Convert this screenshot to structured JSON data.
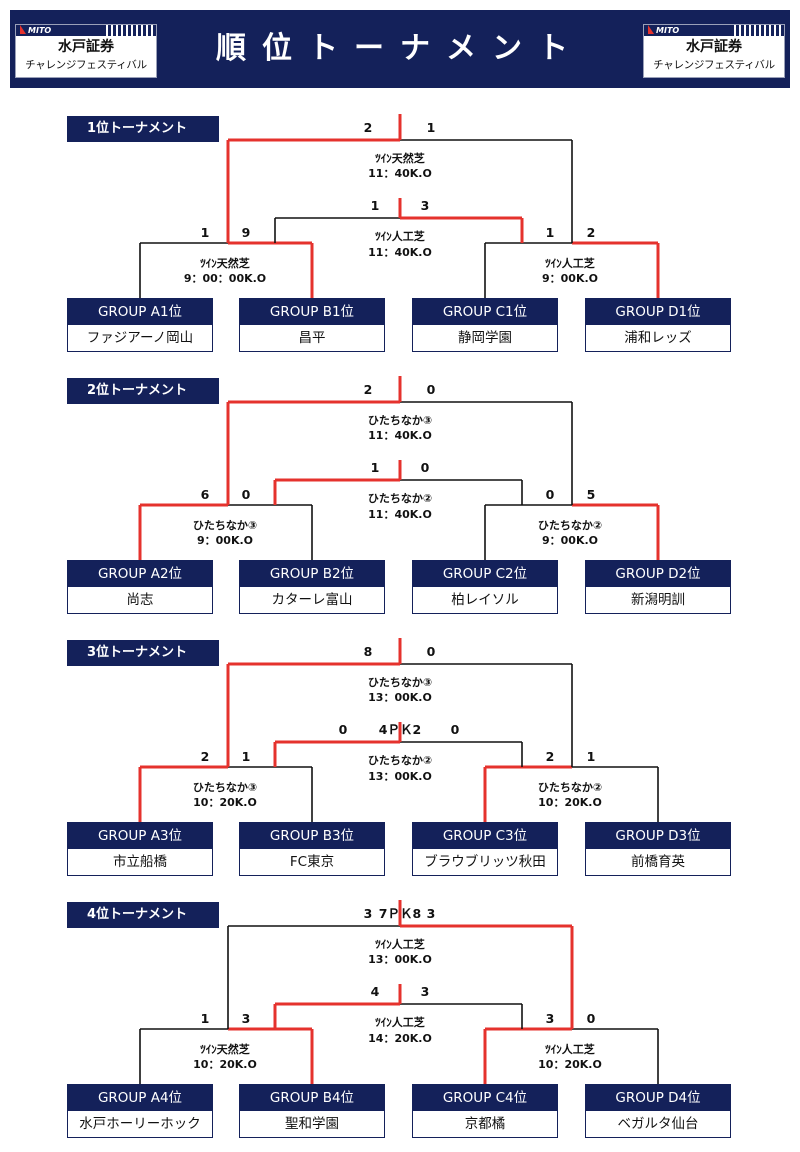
{
  "header": {
    "title": "順位トーナメント",
    "logo_brand": "MITO",
    "logo_name": "水戸証券",
    "logo_sub": "チャレンジフェスティバル"
  },
  "sections": [
    {
      "label": "1位トーナメント",
      "final": {
        "venue": "ﾂｲﾝ天然芝",
        "time": "11：40K.O",
        "score_left": "2",
        "score_right": "1",
        "winner": "left"
      },
      "semi_center": {
        "venue": "ﾂｲﾝ人工芝",
        "time": "11：40K.O",
        "score_left": "1",
        "score_right": "3",
        "winner": "right",
        "pk": ""
      },
      "semi_left": {
        "venue": "ﾂｲﾝ天然芝",
        "time": "9：00：00K.O",
        "score_left": "1",
        "score_right": "9",
        "winner": "right"
      },
      "semi_right": {
        "venue": "ﾂｲﾝ人工芝",
        "time": "9：00K.O",
        "score_left": "1",
        "score_right": "2",
        "winner": "right"
      },
      "teams": [
        {
          "group": "GROUP A1位",
          "name": "ファジアーノ岡山"
        },
        {
          "group": "GROUP B1位",
          "name": "昌平"
        },
        {
          "group": "GROUP C1位",
          "name": "静岡学園"
        },
        {
          "group": "GROUP D1位",
          "name": "浦和レッズ"
        }
      ]
    },
    {
      "label": "2位トーナメント",
      "final": {
        "venue": "ひたちなか③",
        "time": "11：40K.O",
        "score_left": "2",
        "score_right": "0",
        "winner": "left"
      },
      "semi_center": {
        "venue": "ひたちなか②",
        "time": "11：40K.O",
        "score_left": "1",
        "score_right": "0",
        "winner": "left",
        "pk": ""
      },
      "semi_left": {
        "venue": "ひたちなか③",
        "time": "9：00K.O",
        "score_left": "6",
        "score_right": "0",
        "winner": "left"
      },
      "semi_right": {
        "venue": "ひたちなか②",
        "time": "9：00K.O",
        "score_left": "0",
        "score_right": "5",
        "winner": "right"
      },
      "teams": [
        {
          "group": "GROUP A2位",
          "name": "尚志"
        },
        {
          "group": "GROUP B2位",
          "name": "カターレ富山"
        },
        {
          "group": "GROUP C2位",
          "name": "柏レイソル"
        },
        {
          "group": "GROUP D2位",
          "name": "新潟明訓"
        }
      ]
    },
    {
      "label": "3位トーナメント",
      "final": {
        "venue": "ひたちなか③",
        "time": "13：00K.O",
        "score_left": "8",
        "score_right": "0",
        "winner": "left"
      },
      "semi_center": {
        "venue": "ひたちなか②",
        "time": "13：00K.O",
        "score_left": "0",
        "score_right": "0",
        "winner": "left",
        "pk": "4ＰＫ2"
      },
      "semi_left": {
        "venue": "ひたちなか③",
        "time": "10：20K.O",
        "score_left": "2",
        "score_right": "1",
        "winner": "left"
      },
      "semi_right": {
        "venue": "ひたちなか②",
        "time": "10：20K.O",
        "score_left": "2",
        "score_right": "1",
        "winner": "left"
      },
      "teams": [
        {
          "group": "GROUP A3位",
          "name": "市立船橋"
        },
        {
          "group": "GROUP B3位",
          "name": "FC東京"
        },
        {
          "group": "GROUP C3位",
          "name": "ブラウブリッツ秋田"
        },
        {
          "group": "GROUP D3位",
          "name": "前橋育英"
        }
      ]
    },
    {
      "label": "4位トーナメント",
      "final": {
        "venue": "ﾂｲﾝ人工芝",
        "time": "13：00K.O",
        "score_left": "3",
        "score_right": "3",
        "winner": "right",
        "pk": "7ＰＫ8"
      },
      "semi_center": {
        "venue": "ﾂｲﾝ人工芝",
        "time": "14：20K.O",
        "score_left": "4",
        "score_right": "3",
        "winner": "left",
        "pk": ""
      },
      "semi_left": {
        "venue": "ﾂｲﾝ天然芝",
        "time": "10：20K.O",
        "score_left": "1",
        "score_right": "3",
        "winner": "right"
      },
      "semi_right": {
        "venue": "ﾂｲﾝ人工芝",
        "time": "10：20K.O",
        "score_left": "3",
        "score_right": "0",
        "winner": "left"
      },
      "teams": [
        {
          "group": "GROUP A4位",
          "name": "水戸ホーリーホック"
        },
        {
          "group": "GROUP B4位",
          "name": "聖和学園"
        },
        {
          "group": "GROUP C4位",
          "name": "京都橘"
        },
        {
          "group": "GROUP D4位",
          "name": "ベガルタ仙台"
        }
      ]
    }
  ],
  "colors": {
    "navy": "#14215a",
    "winner_line": "#e5322d",
    "line": "#111111"
  }
}
